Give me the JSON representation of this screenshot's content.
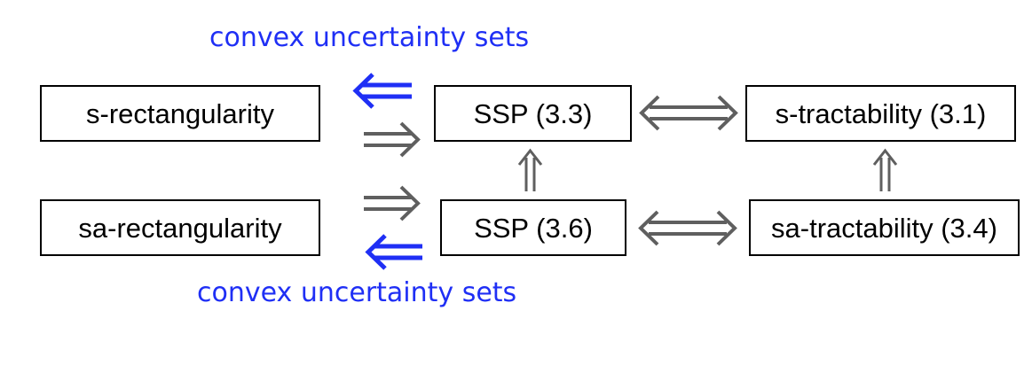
{
  "colors": {
    "implication_gray": "#5f5f5f",
    "convexity_blue": "#1f2ff5",
    "box_border": "#000000"
  },
  "annotations": {
    "top_condition": "convex uncertainty sets",
    "bottom_condition": "convex uncertainty sets"
  },
  "nodes": {
    "s_rectangularity": "s-rectangularity",
    "ssp_3_3": "SSP (3.3)",
    "s_tractability": "s-tractability (3.1)",
    "sa_rectangularity": "sa-rectangularity",
    "ssp_3_6": "SSP (3.6)",
    "sa_tractability": "sa-tractability (3.4)"
  },
  "arrows": [
    {
      "from": "s_rectangularity",
      "to": "ssp_3_3",
      "kind": "implies",
      "color": "gray",
      "icon": "double-arrow-right-icon"
    },
    {
      "from": "ssp_3_3",
      "to": "s_rectangularity",
      "kind": "implies under convex uncertainty sets",
      "color": "blue",
      "icon": "double-arrow-left-icon"
    },
    {
      "from": "ssp_3_3",
      "to": "s_tractability",
      "kind": "equivalent",
      "color": "gray",
      "icon": "double-arrow-both-icon"
    },
    {
      "from": "ssp_3_6",
      "to": "ssp_3_3",
      "kind": "implies",
      "color": "gray",
      "icon": "double-arrow-up-icon"
    },
    {
      "from": "sa_tractability",
      "to": "s_tractability",
      "kind": "implies",
      "color": "gray",
      "icon": "double-arrow-up-icon"
    },
    {
      "from": "sa_rectangularity",
      "to": "ssp_3_6",
      "kind": "implies",
      "color": "gray",
      "icon": "double-arrow-right-icon"
    },
    {
      "from": "ssp_3_6",
      "to": "sa_rectangularity",
      "kind": "implies under convex uncertainty sets",
      "color": "blue",
      "icon": "double-arrow-left-icon"
    },
    {
      "from": "ssp_3_6",
      "to": "sa_tractability",
      "kind": "equivalent",
      "color": "gray",
      "icon": "double-arrow-both-icon"
    }
  ]
}
